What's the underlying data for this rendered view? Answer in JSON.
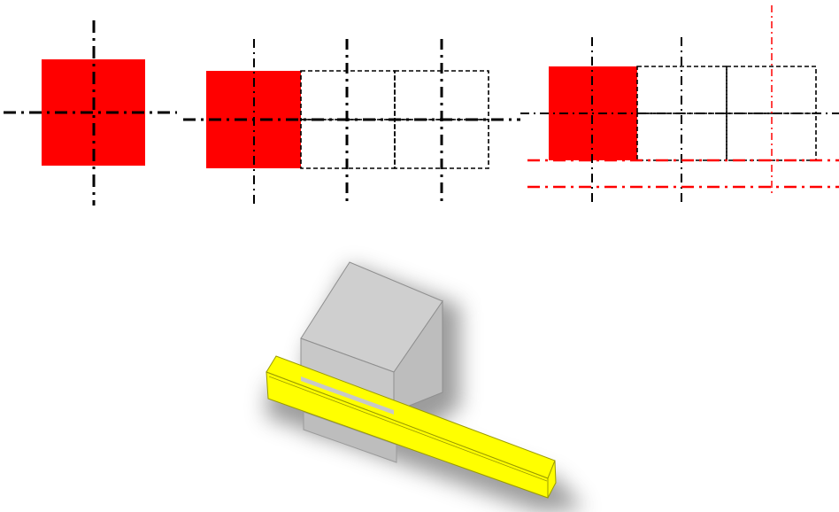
{
  "colors": {
    "background": "#ffffff",
    "module_fill": "#ff0000",
    "axis_black": "#000000",
    "axis_red": "#ff0000",
    "grid_dashed": "#000000",
    "box_front": "#c8c8c8",
    "box_top": "#cfcfcf",
    "box_side": "#bdbdbd",
    "beam_fill": "#ffff00",
    "beam_edge": "#9a9a00",
    "shadow": "#7a7a7a"
  },
  "panels": [
    {
      "name": "single-module",
      "grid_columns": 1,
      "grid_rows": 1,
      "filled_cells": 1,
      "axis_color": "black"
    },
    {
      "name": "module-grid-extended",
      "grid_columns": 3,
      "grid_rows": 2,
      "filled_cells": 1,
      "axis_color": "black"
    },
    {
      "name": "module-grid-with-red-axes",
      "grid_columns": 3,
      "grid_rows": 2,
      "filled_cells": 1,
      "axis_color": "black",
      "extra_axis_color": "red"
    }
  ],
  "model_3d": {
    "components": [
      "cube-volume",
      "yellow-beam"
    ],
    "cube_color": "gray",
    "beam_color": "yellow"
  }
}
